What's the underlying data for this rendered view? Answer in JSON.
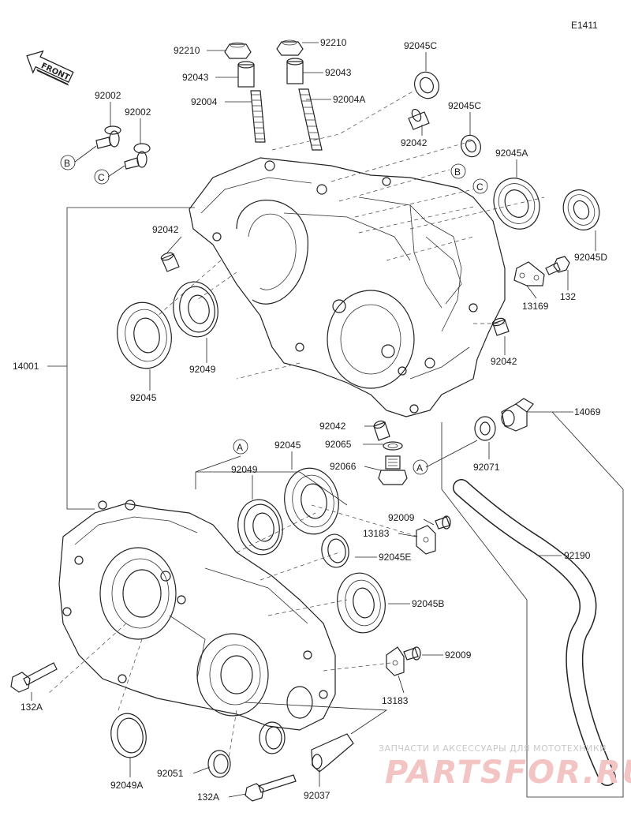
{
  "diagram_code": "E1411",
  "front_label": "FRONT",
  "circle_markers": {
    "a": "A",
    "b": "B",
    "c": "C"
  },
  "labels": {
    "p92210_l": "92210",
    "p92210_r": "92210",
    "p92045C_top": "92045C",
    "p92043_l": "92043",
    "p92043_r": "92043",
    "p92004": "92004",
    "p92004A": "92004A",
    "p92045C_mid": "92045C",
    "p92002_a": "92002",
    "p92002_b": "92002",
    "p92042_stud": "92042",
    "p92045A": "92045A",
    "p92042_left": "92042",
    "p92045D": "92045D",
    "p132_right": "132",
    "p13169": "13169",
    "p14001": "14001",
    "p92049_top": "92049",
    "p92045_left": "92045",
    "p92042_right": "92042",
    "p92042_drain": "92042",
    "p92065": "92065",
    "p92066": "92066",
    "p14069": "14069",
    "p92071": "92071",
    "p92045_low": "92045",
    "p92049_low": "92049",
    "p92009_top": "92009",
    "p13183_top": "13183",
    "p92045E": "92045E",
    "p92190": "92190",
    "p92045B": "92045B",
    "p92009_low": "92009",
    "p13183_low": "13183",
    "p132A_left": "132A",
    "p92049A": "92049A",
    "p92051": "92051",
    "p132A_bottom": "132A",
    "p92037": "92037"
  },
  "watermark": {
    "line1": "ЗАПЧАСТИ И АКСЕССУАРЫ ДЛЯ МОТОТЕХНИКИ",
    "line2": "PARTSFOR.RU"
  }
}
